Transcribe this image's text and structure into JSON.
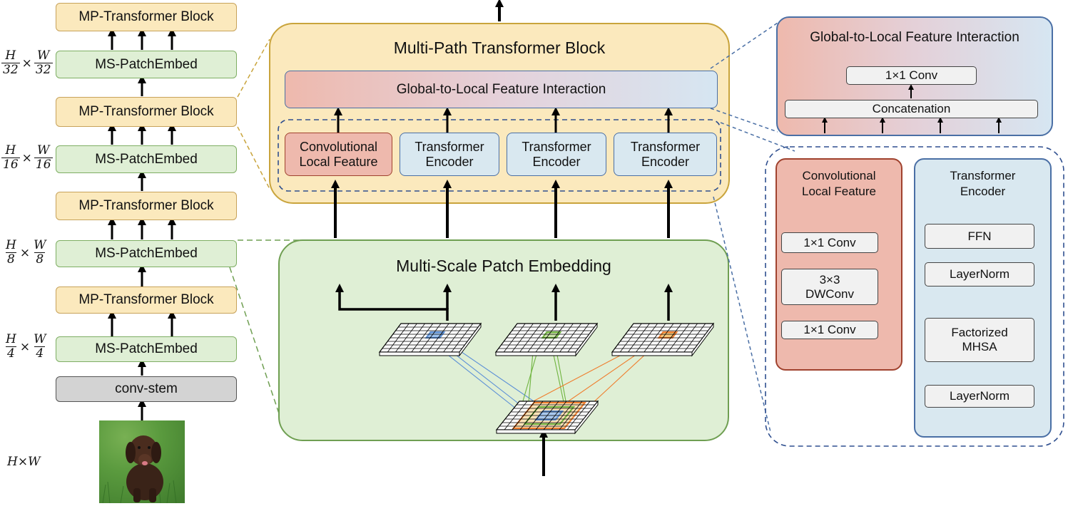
{
  "left_column": {
    "stem_label": "conv-stem",
    "block_label": "MP-Transformer Block",
    "embed_label": "MS-PatchEmbed"
  },
  "scales": [
    {
      "num": "H",
      "den": "32",
      "num2": "W",
      "den2": "32"
    },
    {
      "num": "H",
      "den": "16",
      "num2": "W",
      "den2": "16"
    },
    {
      "num": "H",
      "den": "8",
      "num2": "W",
      "den2": "8"
    },
    {
      "num": "H",
      "den": "4",
      "num2": "W",
      "den2": "4"
    }
  ],
  "input_size_label": "H×W",
  "times_symbol": "×",
  "mpt_block": {
    "title": "Multi-Path Transformer Block",
    "interaction_label": "Global-to-Local Feature Interaction",
    "paths": [
      "Convolutional\nLocal Feature",
      "Transformer\nEncoder",
      "Transformer\nEncoder",
      "Transformer\nEncoder"
    ]
  },
  "ms_embed": {
    "title": "Multi-Scale Patch Embedding"
  },
  "interaction_detail": {
    "title": "Global-to-Local Feature Interaction",
    "conv_label": "1×1  Conv",
    "concat_label": "Concatenation"
  },
  "conv_local": {
    "title": "Convolutional\nLocal Feature",
    "top_conv": "1×1  Conv",
    "dwconv": "3×3\nDWConv",
    "bottom_conv": "1×1 Conv"
  },
  "transformer_encoder": {
    "title": "Transformer\nEncoder",
    "ffn": "FFN",
    "layernorm_top": "LayerNorm",
    "mhsa": "Factorized\nMHSA",
    "layernorm_bottom": "LayerNorm"
  },
  "colors": {
    "mp_fill": "#fbe9bd",
    "ms_fill": "#dfefd5",
    "enc_fill": "#d9e8f0",
    "conv_fill": "#eeb9ad",
    "patch_blue": "#5b8fd6",
    "patch_green": "#6fb43f",
    "patch_orange": "#ef7d2d"
  }
}
